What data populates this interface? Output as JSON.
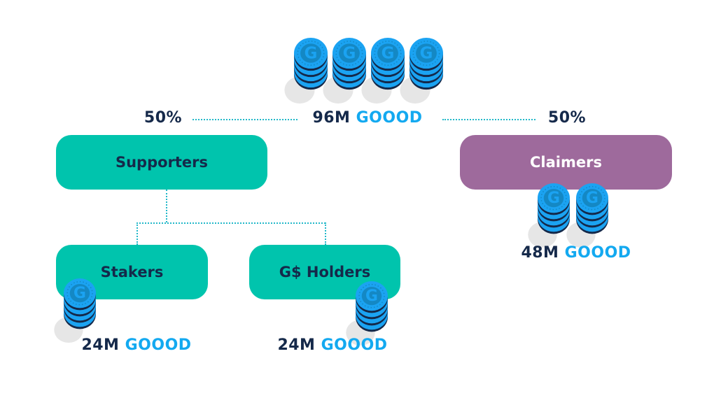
{
  "colors": {
    "supporters": "#00C4AD",
    "claimers": "#9E6A9C",
    "text": "#15294A",
    "accent": "#13A9F0",
    "coin_light": "#1BA3F2",
    "coin_dark": "#14294A",
    "coin_face": "#1488C4",
    "shadow": "#E6E6E6",
    "connector": "#22B8C9"
  },
  "top": {
    "left_percent": "50%",
    "right_percent": "50%",
    "amount": "96M",
    "token": "GOOOD",
    "coin_icon": "goood-coin-icon"
  },
  "supporters": {
    "label": "Supporters"
  },
  "claimers": {
    "label": "Claimers",
    "amount": "48M",
    "token": "GOOOD"
  },
  "stakers": {
    "label": "Stakers",
    "amount": "24M",
    "token": "GOOOD"
  },
  "holders": {
    "label": "G$ Holders",
    "amount": "24M",
    "token": "GOOOD"
  }
}
